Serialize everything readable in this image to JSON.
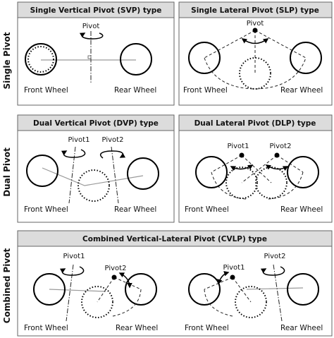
{
  "row_labels": {
    "single": "Single Pivot",
    "dual": "Dual Pivot",
    "combined": "Combined Pivot"
  },
  "panels": {
    "svp": {
      "title": "Single Vertical Pivot (SVP) type",
      "pivot": "Pivot"
    },
    "slp": {
      "title": "Single Lateral Pivot (SLP) type",
      "pivot": "Pivot"
    },
    "dvp": {
      "title": "Dual Vertical Pivot (DVP) type",
      "pivot1": "Pivot1",
      "pivot2": "Pivot2"
    },
    "dlp": {
      "title": "Dual Lateral Pivot (DLP) type",
      "pivot1": "Pivot1",
      "pivot2": "Pivot2"
    },
    "cvlp": {
      "title": "Combined Vertical-Lateral Pivot (CVLP) type",
      "pivot1": "Pivot1",
      "pivot2": "Pivot2"
    }
  },
  "wheel_labels": {
    "front": "Front Wheel",
    "rear": "Rear Wheel"
  }
}
